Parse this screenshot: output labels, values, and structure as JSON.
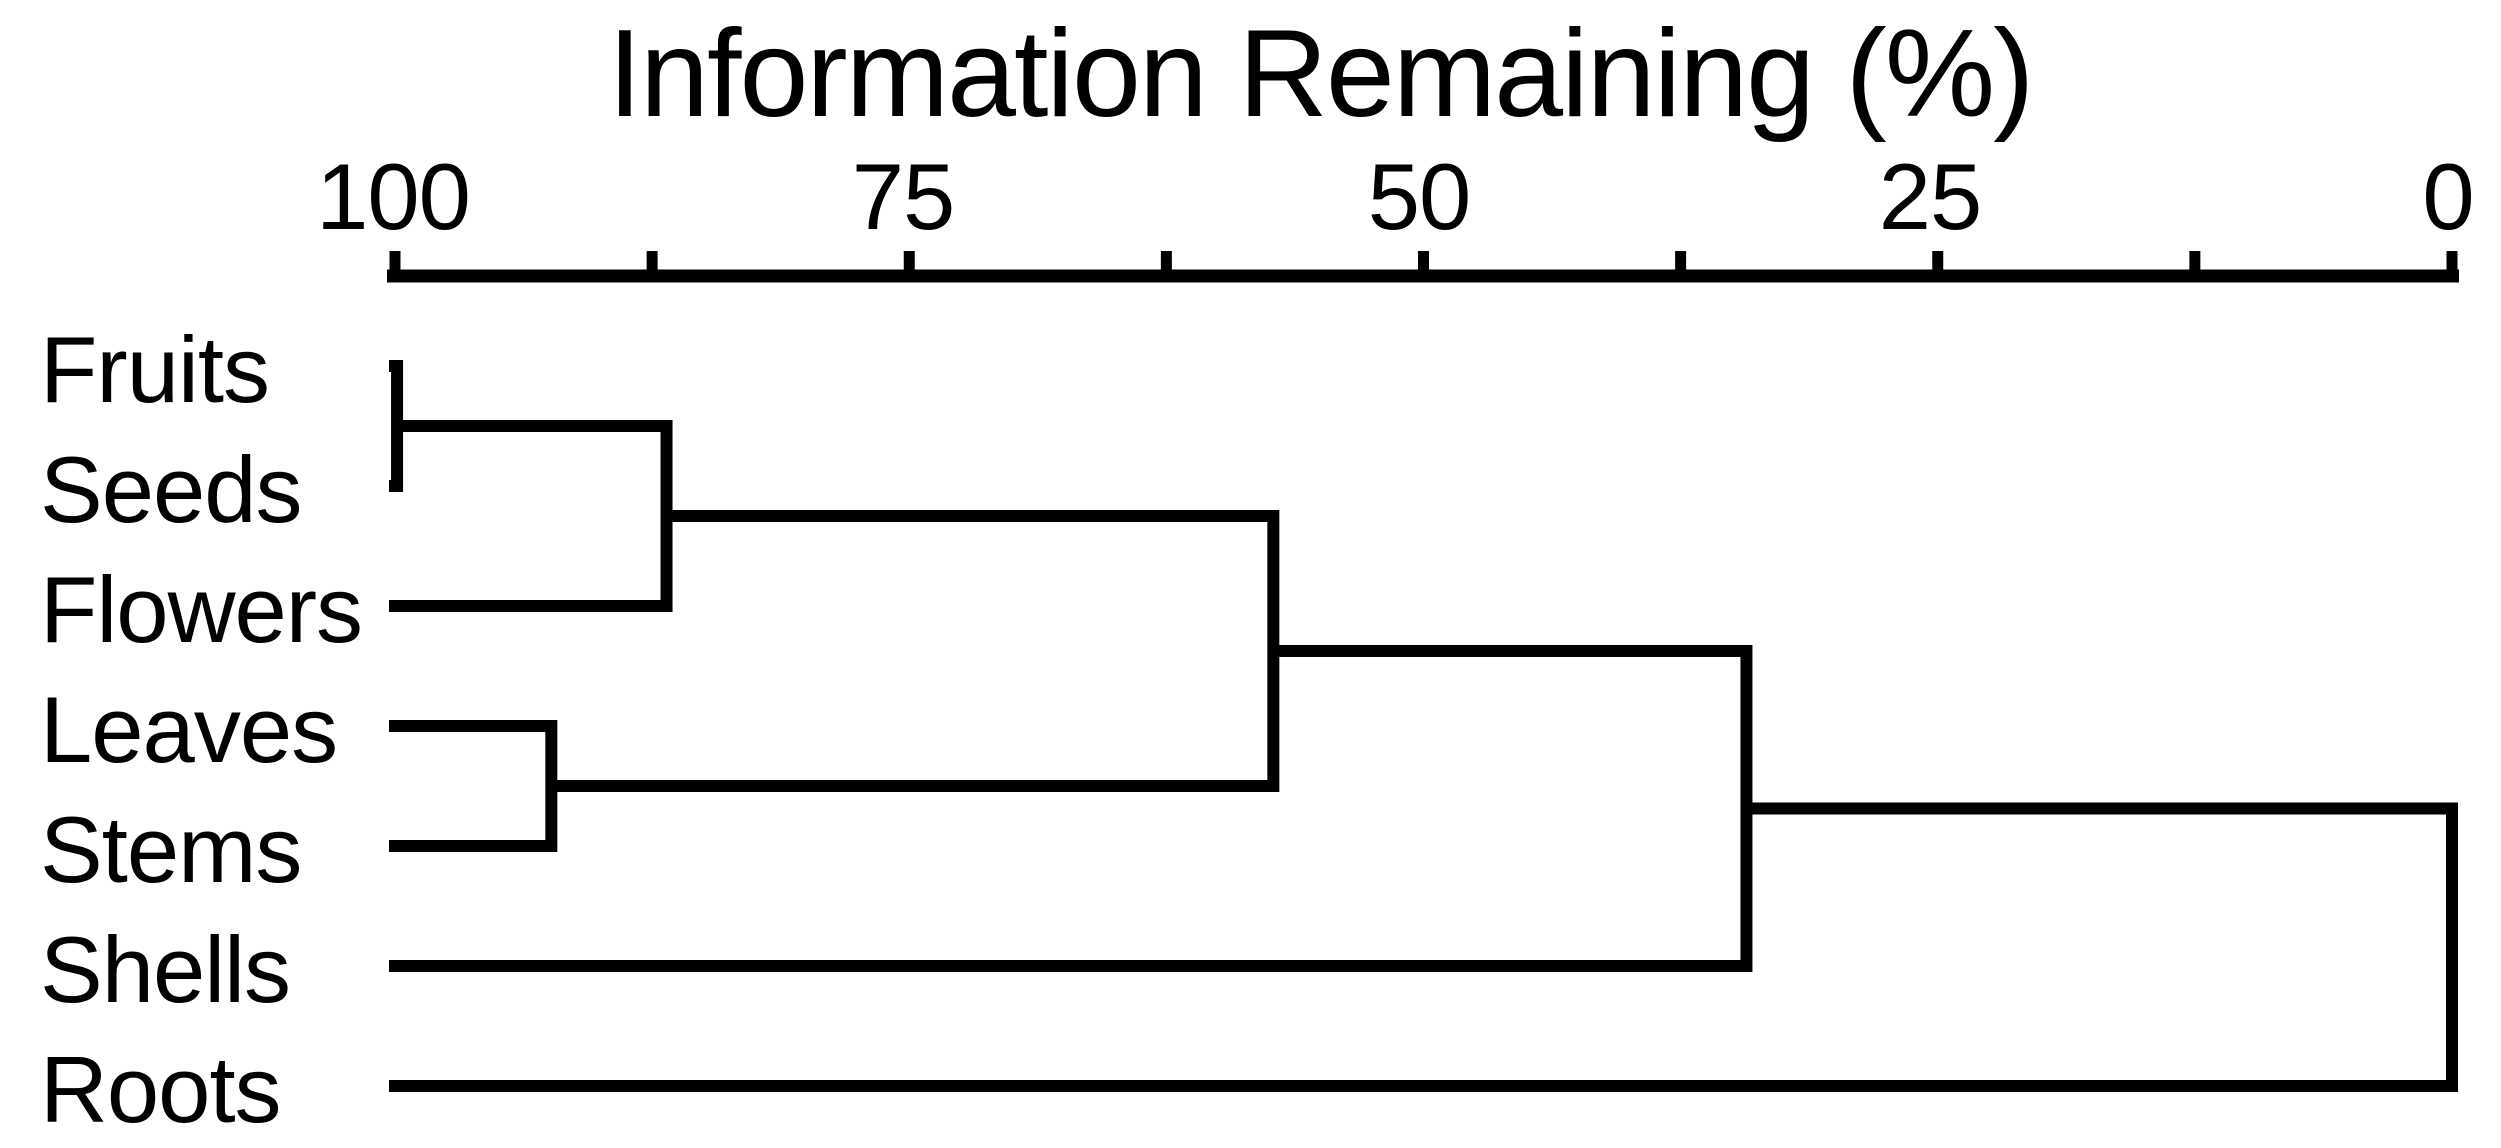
{
  "chart_data": {
    "type": "dendrogram",
    "orientation": "horizontal",
    "title": "Information Remaining (%)",
    "line_color": "#000000",
    "background": "#ffffff",
    "axis": {
      "label": "Information Remaining (%)",
      "unit": "%",
      "range": [
        100,
        0
      ],
      "major_ticks": [
        100,
        75,
        50,
        25,
        0
      ],
      "tick_labels": [
        "100",
        "75",
        "50",
        "25",
        "0"
      ],
      "minor_ticks": [
        87.5,
        62.5,
        37.5,
        12.5
      ]
    },
    "leaves": [
      "Fruits",
      "Seeds",
      "Flowers",
      "Leaves",
      "Stems",
      "Shells",
      "Roots"
    ],
    "merges": [
      {
        "clusters": [
          "Fruits",
          "Seeds"
        ],
        "information_remaining_pct": 99.9
      },
      {
        "clusters": [
          "Leaves",
          "Stems"
        ],
        "information_remaining_pct": 92.4
      },
      {
        "clusters": [
          "Fruits+Seeds",
          "Flowers"
        ],
        "information_remaining_pct": 86.8
      },
      {
        "clusters": [
          "Fruits+Seeds+Flowers",
          "Leaves+Stems"
        ],
        "information_remaining_pct": 57.3
      },
      {
        "clusters": [
          "Fruits+Seeds+Flowers+Leaves+Stems",
          "Shells"
        ],
        "information_remaining_pct": 34.3
      },
      {
        "clusters": [
          "Fruits+Seeds+Flowers+Leaves+Stems+Shells",
          "Roots"
        ],
        "information_remaining_pct": 0
      }
    ],
    "tree": {
      "join_at": 0,
      "children": [
        {
          "join_at": 34.3,
          "children": [
            {
              "join_at": 57.3,
              "children": [
                {
                  "join_at": 86.8,
                  "children": [
                    {
                      "join_at": 99.9,
                      "children": [
                        {
                          "leaf": "Fruits"
                        },
                        {
                          "leaf": "Seeds"
                        }
                      ]
                    },
                    {
                      "leaf": "Flowers"
                    }
                  ]
                },
                {
                  "join_at": 92.4,
                  "children": [
                    {
                      "leaf": "Leaves"
                    },
                    {
                      "leaf": "Stems"
                    }
                  ]
                }
              ]
            },
            {
              "leaf": "Shells"
            }
          ]
        },
        {
          "leaf": "Roots"
        }
      ]
    }
  }
}
